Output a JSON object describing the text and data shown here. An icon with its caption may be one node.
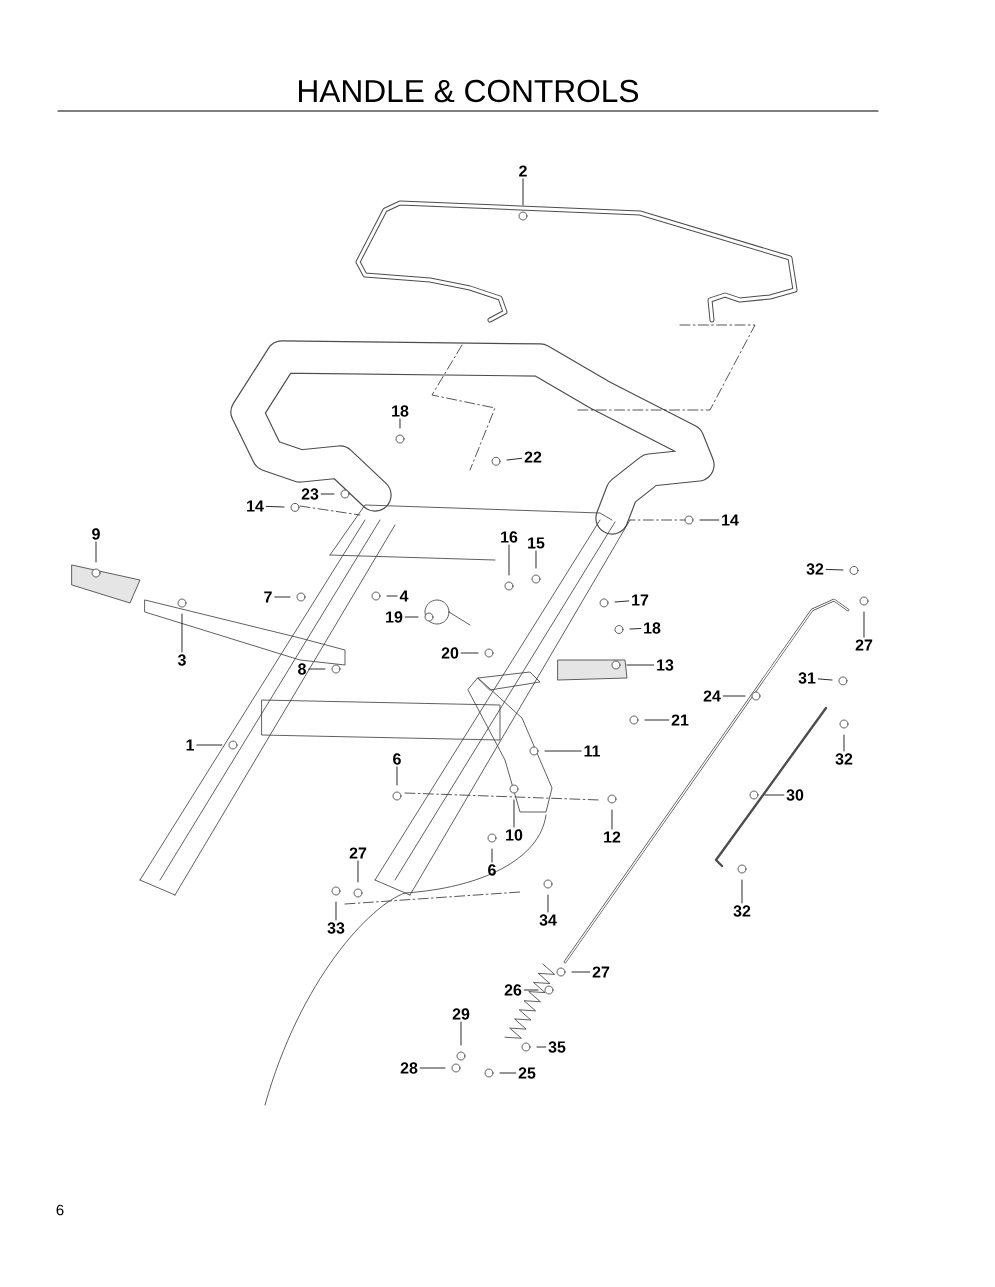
{
  "diagram": {
    "title": "HANDLE & CONTROLS",
    "nodes": [
      {
        "text": [
          "2"
        ]
      },
      {
        "text": [
          "18"
        ]
      },
      {
        "text": [
          "22"
        ]
      },
      {
        "text": [
          "23"
        ]
      },
      {
        "text": [
          "14"
        ]
      },
      {
        "text": [
          "14"
        ]
      },
      {
        "text": [
          "9"
        ]
      },
      {
        "text": [
          "16"
        ]
      },
      {
        "text": [
          "15"
        ]
      },
      {
        "text": [
          "32"
        ]
      },
      {
        "text": [
          "7"
        ]
      },
      {
        "text": [
          "4"
        ]
      },
      {
        "text": [
          "17"
        ]
      },
      {
        "text": [
          "19"
        ]
      },
      {
        "text": [
          "18"
        ]
      },
      {
        "text": [
          "27"
        ]
      },
      {
        "text": [
          "20"
        ]
      },
      {
        "text": [
          "3"
        ]
      },
      {
        "text": [
          "13"
        ]
      },
      {
        "text": [
          "8"
        ]
      },
      {
        "text": [
          "31"
        ]
      },
      {
        "text": [
          "24"
        ]
      },
      {
        "text": [
          "21"
        ]
      },
      {
        "text": [
          "1"
        ]
      },
      {
        "text": [
          "11"
        ]
      },
      {
        "text": [
          "32"
        ]
      },
      {
        "text": [
          "6"
        ]
      },
      {
        "text": [
          "30"
        ]
      },
      {
        "text": [
          "10"
        ]
      },
      {
        "text": [
          "12"
        ]
      },
      {
        "text": [
          "27"
        ]
      },
      {
        "text": [
          "6"
        ]
      },
      {
        "text": [
          "32"
        ]
      },
      {
        "text": [
          "33"
        ]
      },
      {
        "text": [
          "34"
        ]
      },
      {
        "text": [
          "27"
        ]
      },
      {
        "text": [
          "26"
        ]
      },
      {
        "text": [
          "29"
        ]
      },
      {
        "text": [
          "35"
        ]
      },
      {
        "text": [
          "28"
        ]
      },
      {
        "text": [
          "25"
        ]
      }
    ],
    "edges": [
      {
        "from": 0,
        "to": null,
        "arrow": "none"
      },
      {
        "from": 1,
        "to": null,
        "arrow": "none"
      },
      {
        "from": 2,
        "to": null,
        "arrow": "none"
      },
      {
        "from": 3,
        "to": null,
        "arrow": "none"
      },
      {
        "from": 4,
        "to": null,
        "arrow": "none"
      },
      {
        "from": 5,
        "to": null,
        "arrow": "none"
      },
      {
        "from": 6,
        "to": null,
        "arrow": "none"
      },
      {
        "from": 7,
        "to": null,
        "arrow": "none"
      },
      {
        "from": 8,
        "to": null,
        "arrow": "none"
      },
      {
        "from": 9,
        "to": null,
        "arrow": "none"
      },
      {
        "from": 10,
        "to": null,
        "arrow": "none"
      },
      {
        "from": 11,
        "to": null,
        "arrow": "none"
      },
      {
        "from": 12,
        "to": null,
        "arrow": "none"
      },
      {
        "from": 13,
        "to": null,
        "arrow": "none"
      },
      {
        "from": 14,
        "to": null,
        "arrow": "none"
      },
      {
        "from": 15,
        "to": null,
        "arrow": "none"
      },
      {
        "from": 16,
        "to": null,
        "arrow": "none"
      },
      {
        "from": 17,
        "to": null,
        "arrow": "none"
      },
      {
        "from": 18,
        "to": null,
        "arrow": "none"
      },
      {
        "from": 19,
        "to": null,
        "arrow": "none"
      },
      {
        "from": 20,
        "to": null,
        "arrow": "none"
      },
      {
        "from": 21,
        "to": null,
        "arrow": "none"
      },
      {
        "from": 22,
        "to": null,
        "arrow": "none"
      },
      {
        "from": 23,
        "to": null,
        "arrow": "none"
      },
      {
        "from": 24,
        "to": null,
        "arrow": "none"
      },
      {
        "from": 25,
        "to": null,
        "arrow": "none"
      },
      {
        "from": 26,
        "to": null,
        "arrow": "none"
      },
      {
        "from": 27,
        "to": null,
        "arrow": "none"
      },
      {
        "from": 28,
        "to": null,
        "arrow": "none"
      },
      {
        "from": 29,
        "to": null,
        "arrow": "none"
      },
      {
        "from": 30,
        "to": null,
        "arrow": "none"
      },
      {
        "from": 31,
        "to": null,
        "arrow": "none"
      },
      {
        "from": 32,
        "to": null,
        "arrow": "none"
      },
      {
        "from": 33,
        "to": null,
        "arrow": "none"
      },
      {
        "from": 34,
        "to": null,
        "arrow": "none"
      },
      {
        "from": 35,
        "to": null,
        "arrow": "none"
      },
      {
        "from": 36,
        "to": null,
        "arrow": "none"
      },
      {
        "from": 37,
        "to": null,
        "arrow": "none"
      },
      {
        "from": 38,
        "to": null,
        "arrow": "none"
      },
      {
        "from": 39,
        "to": null,
        "arrow": "none"
      },
      {
        "from": 40,
        "to": null,
        "arrow": "none"
      }
    ],
    "labels": [
      "6"
    ]
  }
}
